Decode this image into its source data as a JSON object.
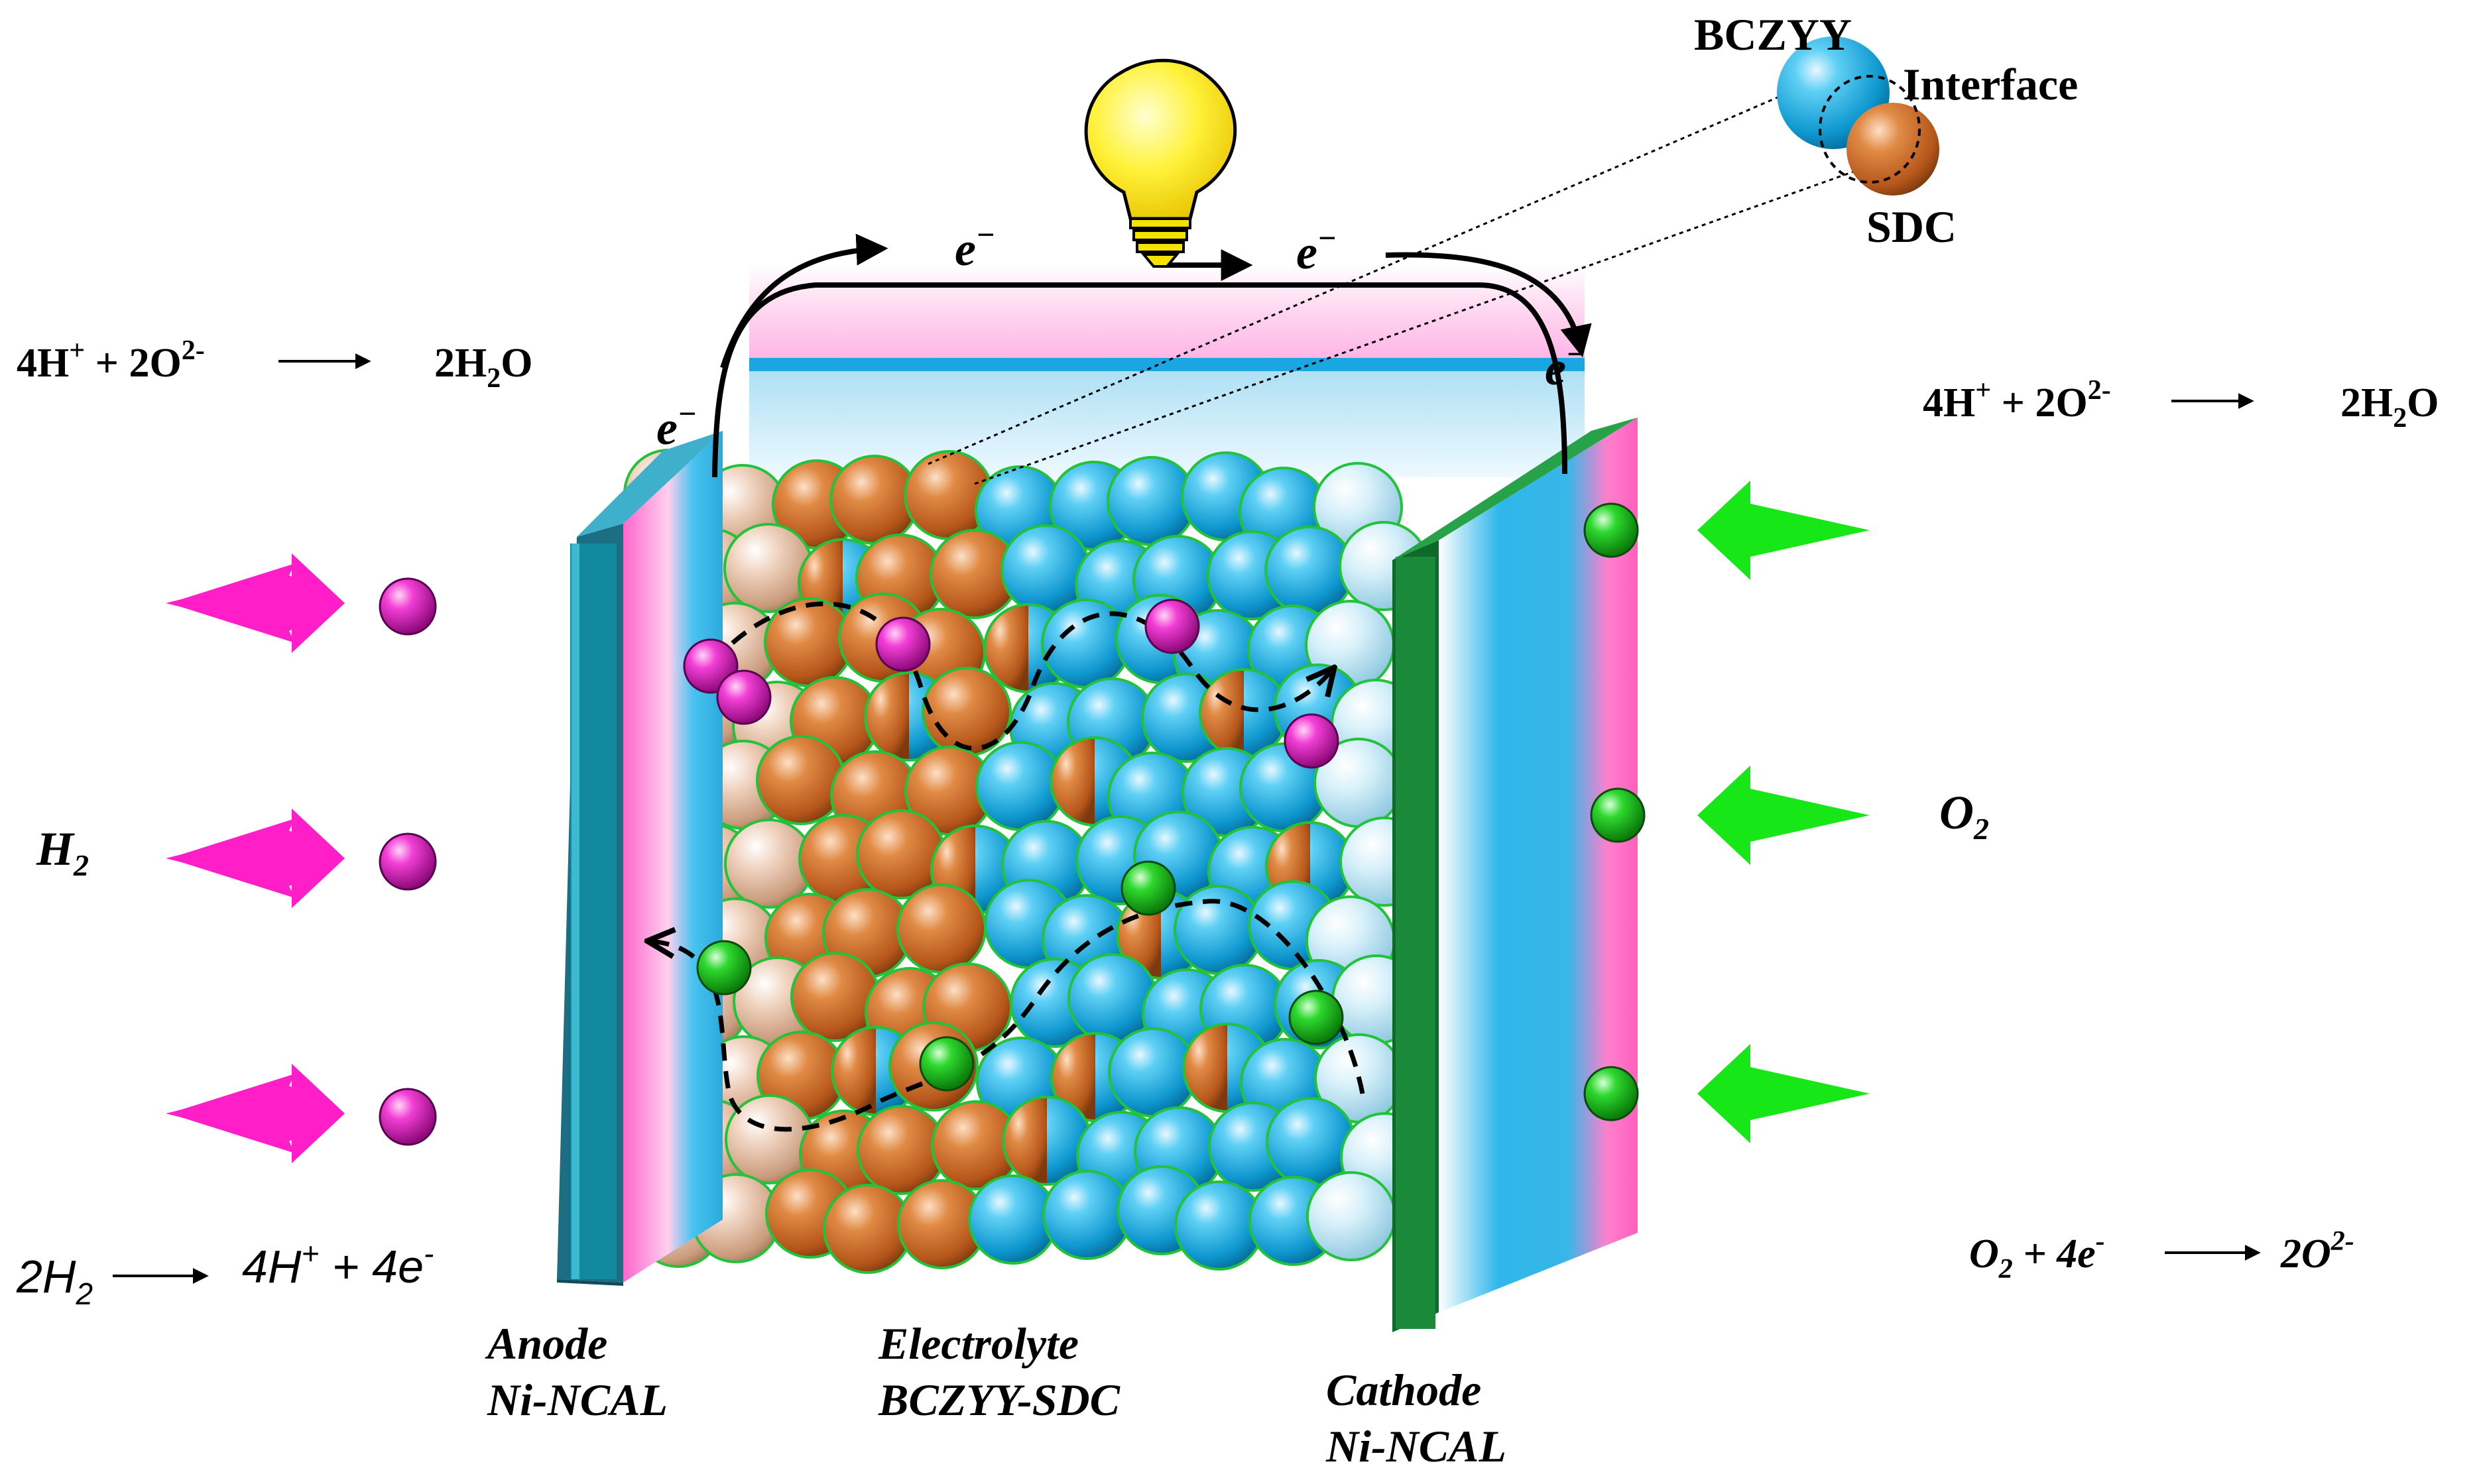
{
  "interface_inset": {
    "bczyy": "BCZYY",
    "interface": "Interface",
    "sdc": "SDC"
  },
  "electrons": [
    "e",
    "e",
    "e",
    "e"
  ],
  "electron_sup": "−",
  "anode_reaction_left": {
    "lhs": [
      "4H",
      "+",
      " + 2O",
      "2-"
    ],
    "rhs": [
      "2H",
      "2",
      "O"
    ]
  },
  "cathode_reaction_right": {
    "lhs": [
      "4H",
      "+",
      " + 2O",
      "2-"
    ],
    "rhs": [
      "2H",
      "2",
      "O"
    ]
  },
  "fuel": {
    "name": "H",
    "sub": "2"
  },
  "oxidant": {
    "name": "O",
    "sub": "2"
  },
  "anode_half_reaction": {
    "lhs": [
      "2H",
      "2"
    ],
    "rhs": [
      "4H",
      "+",
      " + 4e",
      "-"
    ]
  },
  "cathode_half_reaction": {
    "lhs": [
      "O",
      "2",
      " + 4e",
      "-"
    ],
    "rhs": [
      "2O",
      "2-"
    ]
  },
  "labels": {
    "anode": [
      "Anode",
      "Ni-NCAL"
    ],
    "electrolyte": [
      "Electrolyte",
      "BCZYY-SDC"
    ],
    "cathode": [
      "Cathode",
      "Ni-NCAL"
    ]
  },
  "colors": {
    "bczyy": "#19a8dc",
    "sdc": "#cc6a1f",
    "anode_particle": "#e8c2a8",
    "proton": "#e01cc0",
    "oxygen_ion": "#1ec31e",
    "anode_plate": "#1a7f93",
    "cathode_plate": "#1a8a3a",
    "fuel_arrow": "#ff1ec8",
    "oxidant_arrow": "#17e617"
  }
}
